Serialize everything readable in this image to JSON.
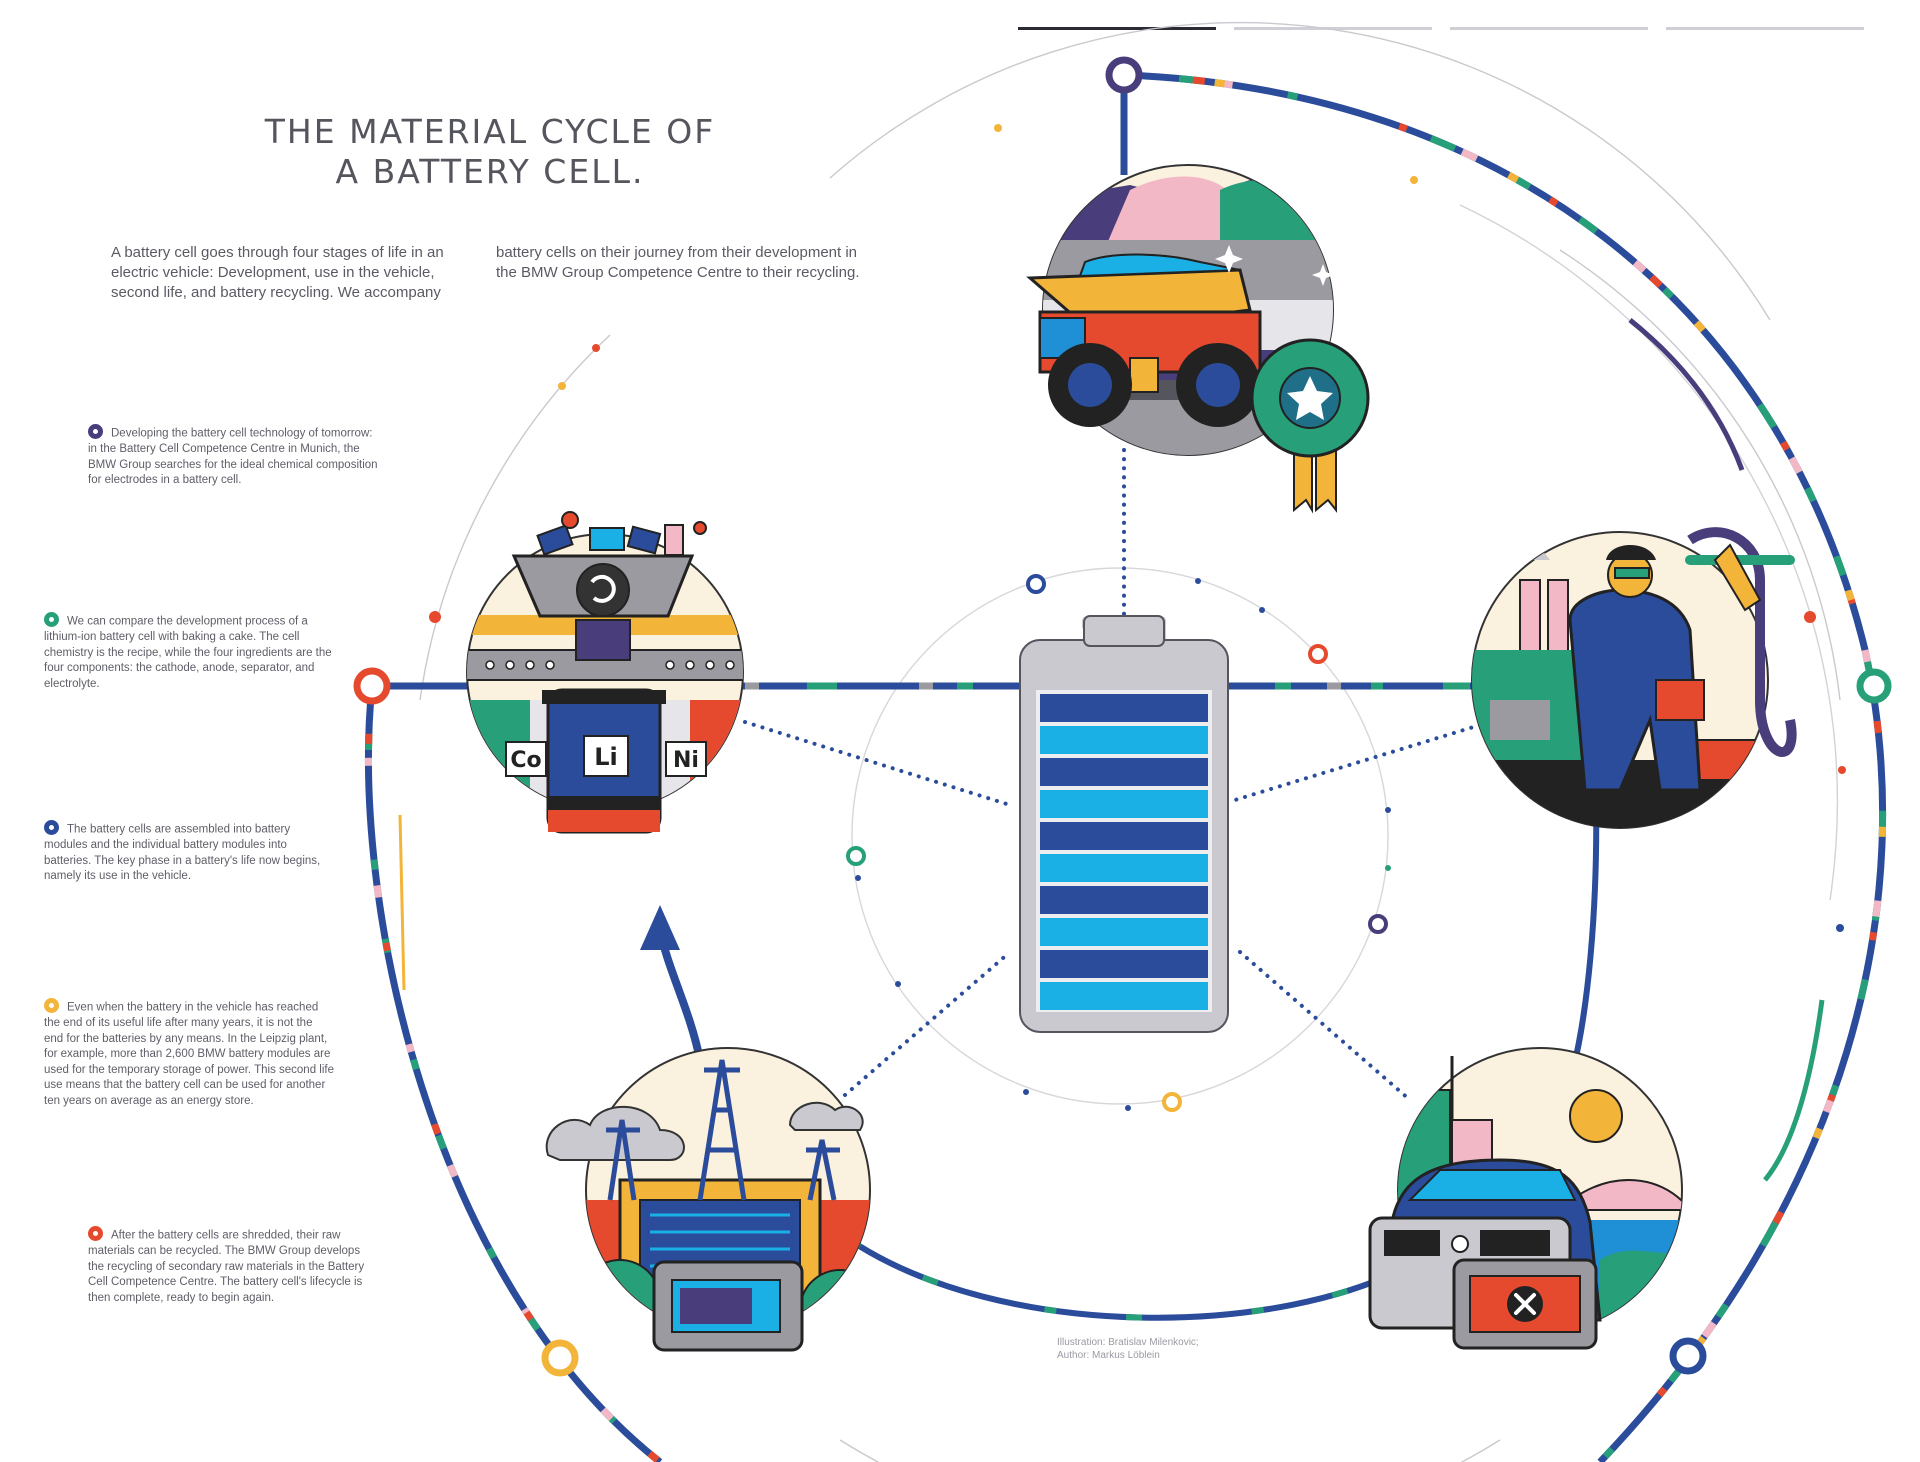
{
  "colors": {
    "navy": "#2b4c9b",
    "blue": "#1f8fd6",
    "sky": "#1ab0e6",
    "teal": "#27a07a",
    "orange": "#e64a2e",
    "yellow": "#f3b43a",
    "purple": "#4a3d7c",
    "pink": "#f2b8c6",
    "grey": "#9a9aa0",
    "cream": "#fbf1df"
  },
  "tabs": [
    {
      "label": "",
      "active": true
    },
    {
      "label": "",
      "active": false
    },
    {
      "label": "",
      "active": false
    },
    {
      "label": "",
      "active": false
    }
  ],
  "title": {
    "line1": "THE MATERIAL CYCLE OF",
    "line2": "A BATTERY CELL."
  },
  "intro": {
    "left": "A battery cell goes through four stages of life in an electric vehicle: Development, use in the vehicle, second life, and battery recycling. We accompany",
    "right": "battery cells on their journey from their development in the BMW Group Competence Centre to their recycling."
  },
  "stages": [
    {
      "color": "#4a3d7c",
      "text": "Developing the battery cell technology of tomorrow: in the Battery Cell Competence Centre in Munich, the BMW Group searches for the ideal chemical composition for electrodes in a battery cell."
    },
    {
      "color": "#27a07a",
      "text": "We can compare the development process of a lithium-ion battery cell with baking a cake. The cell chemistry is the recipe, while the four ingredients are the four components: the cathode, anode, separator, and electrolyte."
    },
    {
      "color": "#2b4c9b",
      "text": "The battery cells are assembled into battery modules and the individual battery modules into batteries. The key phase in a battery's life now begins, namely its use in the vehicle."
    },
    {
      "color": "#f3b43a",
      "text": "Even when the battery in the vehicle has reached the end of its useful life after many years, it is not the end for the batteries by any means. In the Leipzig plant, for example, more than 2,600 BMW battery modules are used for the temporary storage of power. This second life use means that the battery cell can be used for another ten years on average as an energy store."
    },
    {
      "color": "#e64a2e",
      "text": "After the battery cells are shredded, their raw materials can be recycled. The BMW Group develops the recycling of secondary raw materials in the Battery Cell Competence Centre. The battery cell's lifecycle is then complete, ready to begin again."
    }
  ],
  "elements": {
    "co": "Co",
    "li": "Li",
    "ni": "Ni"
  },
  "battery": {
    "level": 1.0,
    "bars": 10
  },
  "credit": {
    "line1": "Illustration: Bratislav Milenkovic;",
    "line2": "Author: Markus Löblein"
  },
  "icons": [
    "mining-truck-icon",
    "quality-seal-icon",
    "recycling-hopper-icon",
    "scientist-lab-icon",
    "electric-car-icon",
    "power-plant-icon",
    "battery-icon",
    "arrow-up-icon",
    "close-icon",
    "star-icon"
  ]
}
